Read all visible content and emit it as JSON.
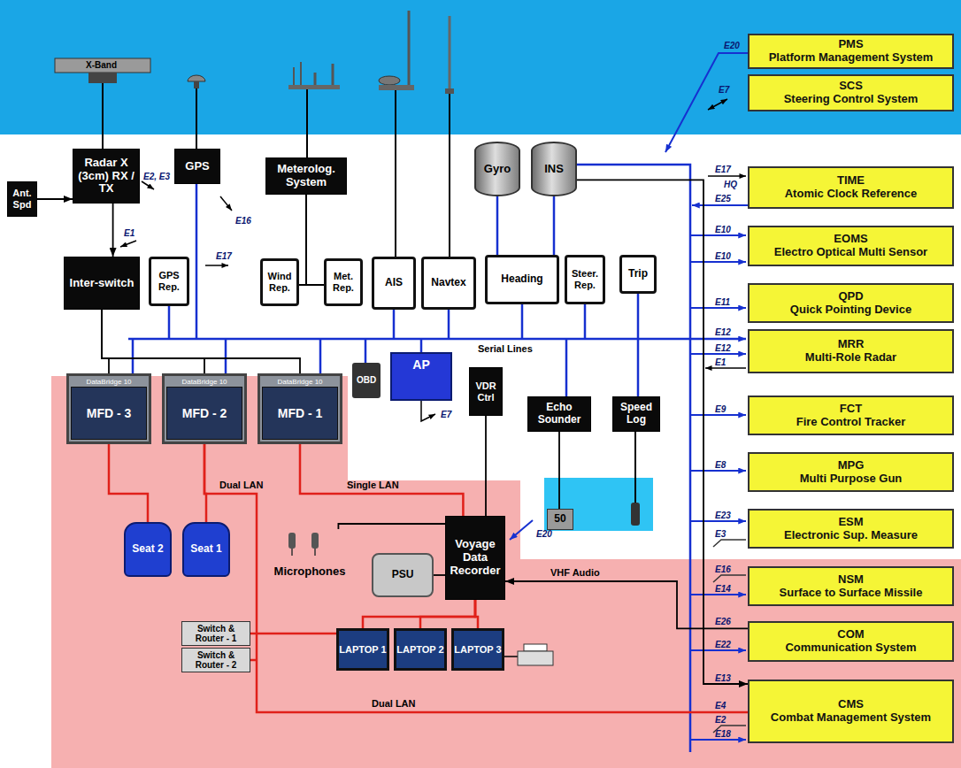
{
  "diagram": {
    "nodes": [
      {
        "text": [
          "PMS",
          "Platform Management System"
        ]
      },
      {
        "text": [
          "SCS",
          "Steering Control System"
        ]
      },
      {
        "text": [
          "Ant. Spd"
        ]
      },
      {
        "text": [
          "Radar X (3cm) RX / TX"
        ]
      },
      {
        "text": [
          "GPS"
        ]
      },
      {
        "text": [
          "Meterolog. System"
        ]
      },
      {
        "text": [
          "Gyro"
        ]
      },
      {
        "text": [
          "INS"
        ]
      },
      {
        "text": [
          "TIME",
          "Atomic Clock Reference"
        ]
      },
      {
        "text": [
          "EOMS",
          "Electro Optical Multi Sensor"
        ]
      },
      {
        "text": [
          "Inter-switch"
        ]
      },
      {
        "text": [
          "GPS Rep."
        ]
      },
      {
        "text": [
          "Wind Rep."
        ]
      },
      {
        "text": [
          "Met. Rep."
        ]
      },
      {
        "text": [
          "AIS"
        ]
      },
      {
        "text": [
          "Navtex"
        ]
      },
      {
        "text": [
          "Heading"
        ]
      },
      {
        "text": [
          "Steer. Rep."
        ]
      },
      {
        "text": [
          "Trip"
        ]
      },
      {
        "text": [
          "QPD",
          "Quick Pointing Device"
        ]
      },
      {
        "text": [
          "MRR",
          "Multi-Role Radar"
        ]
      },
      {
        "text": [
          "DataBridge 10",
          "MFD - 3"
        ]
      },
      {
        "text": [
          "DataBridge 10",
          "MFD - 2"
        ]
      },
      {
        "text": [
          "DataBridge 10",
          "MFD - 1"
        ]
      },
      {
        "text": [
          "OBD"
        ]
      },
      {
        "text": [
          "AP"
        ]
      },
      {
        "text": [
          "VDR Ctrl"
        ]
      },
      {
        "text": [
          "Echo Sounder"
        ]
      },
      {
        "text": [
          "Speed Log"
        ]
      },
      {
        "text": [
          "FCT",
          "Fire Control Tracker"
        ]
      },
      {
        "text": [
          "MPG",
          "Multi Purpose Gun"
        ]
      },
      {
        "text": [
          "50"
        ]
      },
      {
        "text": [
          "Seat 2"
        ]
      },
      {
        "text": [
          "Seat 1"
        ]
      },
      {
        "text": [
          "Microphones"
        ]
      },
      {
        "text": [
          "PSU"
        ]
      },
      {
        "text": [
          "Voyage Data Recorder"
        ]
      },
      {
        "text": [
          "ESM",
          "Electronic Sup. Measure"
        ]
      },
      {
        "text": [
          "NSM",
          "Surface to Surface Missile"
        ]
      },
      {
        "text": [
          "COM",
          "Communication System"
        ]
      },
      {
        "text": [
          "Switch & Router - 1"
        ]
      },
      {
        "text": [
          "Switch & Router - 2"
        ]
      },
      {
        "text": [
          "LAPTOP 1"
        ]
      },
      {
        "text": [
          "LAPTOP 2"
        ]
      },
      {
        "text": [
          "LAPTOP 3"
        ]
      },
      {
        "text": [
          "CMS",
          "Combat Management System"
        ]
      }
    ],
    "edges": [
      {
        "from": 2,
        "to": 3,
        "arrow": "to"
      },
      {
        "from": 3,
        "to": 10,
        "arrow": "to"
      },
      {
        "from": 10,
        "to": 21,
        "arrow": "none"
      },
      {
        "from": 10,
        "to": 22,
        "arrow": "none"
      },
      {
        "from": 10,
        "to": 23,
        "arrow": "none"
      },
      {
        "from": 6,
        "to": 16,
        "arrow": "none"
      },
      {
        "from": 7,
        "to": 16,
        "arrow": "none"
      },
      {
        "from": 5,
        "to": 12,
        "arrow": "none"
      },
      {
        "from": 5,
        "to": 13,
        "arrow": "none"
      },
      {
        "from": 18,
        "to": 28,
        "arrow": "none"
      },
      {
        "from": 27,
        "to": 31,
        "arrow": "none"
      },
      {
        "from": 21,
        "to": 32,
        "arrow": "none"
      },
      {
        "from": 22,
        "to": 33,
        "arrow": "none"
      },
      {
        "from": 23,
        "to": 36,
        "arrow": "none"
      },
      {
        "from": 22,
        "to": 45,
        "arrow": "none"
      },
      {
        "from": 34,
        "to": 36,
        "arrow": "none"
      },
      {
        "from": 35,
        "to": 36,
        "arrow": "none"
      },
      {
        "from": 26,
        "to": 36,
        "arrow": "none"
      },
      {
        "from": 36,
        "to": 42,
        "arrow": "none"
      },
      {
        "from": 36,
        "to": 43,
        "arrow": "none"
      },
      {
        "from": 36,
        "to": 44,
        "arrow": "none"
      },
      {
        "from": 40,
        "to": 42,
        "arrow": "none"
      },
      {
        "from": 39,
        "to": 36,
        "arrow": "to"
      },
      {
        "from": 7,
        "to": 45,
        "arrow": "to"
      }
    ],
    "labels": [
      "X-Band",
      "E2, E3",
      "E1",
      "E16",
      "E17",
      "Serial Lines",
      "E7",
      "Dual LAN",
      "Single LAN",
      "E20",
      "VHF Audio",
      "Dual LAN",
      "E20",
      "E7",
      "E17",
      "HQ",
      "E25",
      "E10",
      "E10",
      "E11",
      "E12",
      "E12",
      "E1",
      "E9",
      "E8",
      "E23",
      "E3",
      "E16",
      "E14",
      "E26",
      "E22",
      "E13",
      "E4",
      "E2",
      "E18"
    ]
  }
}
